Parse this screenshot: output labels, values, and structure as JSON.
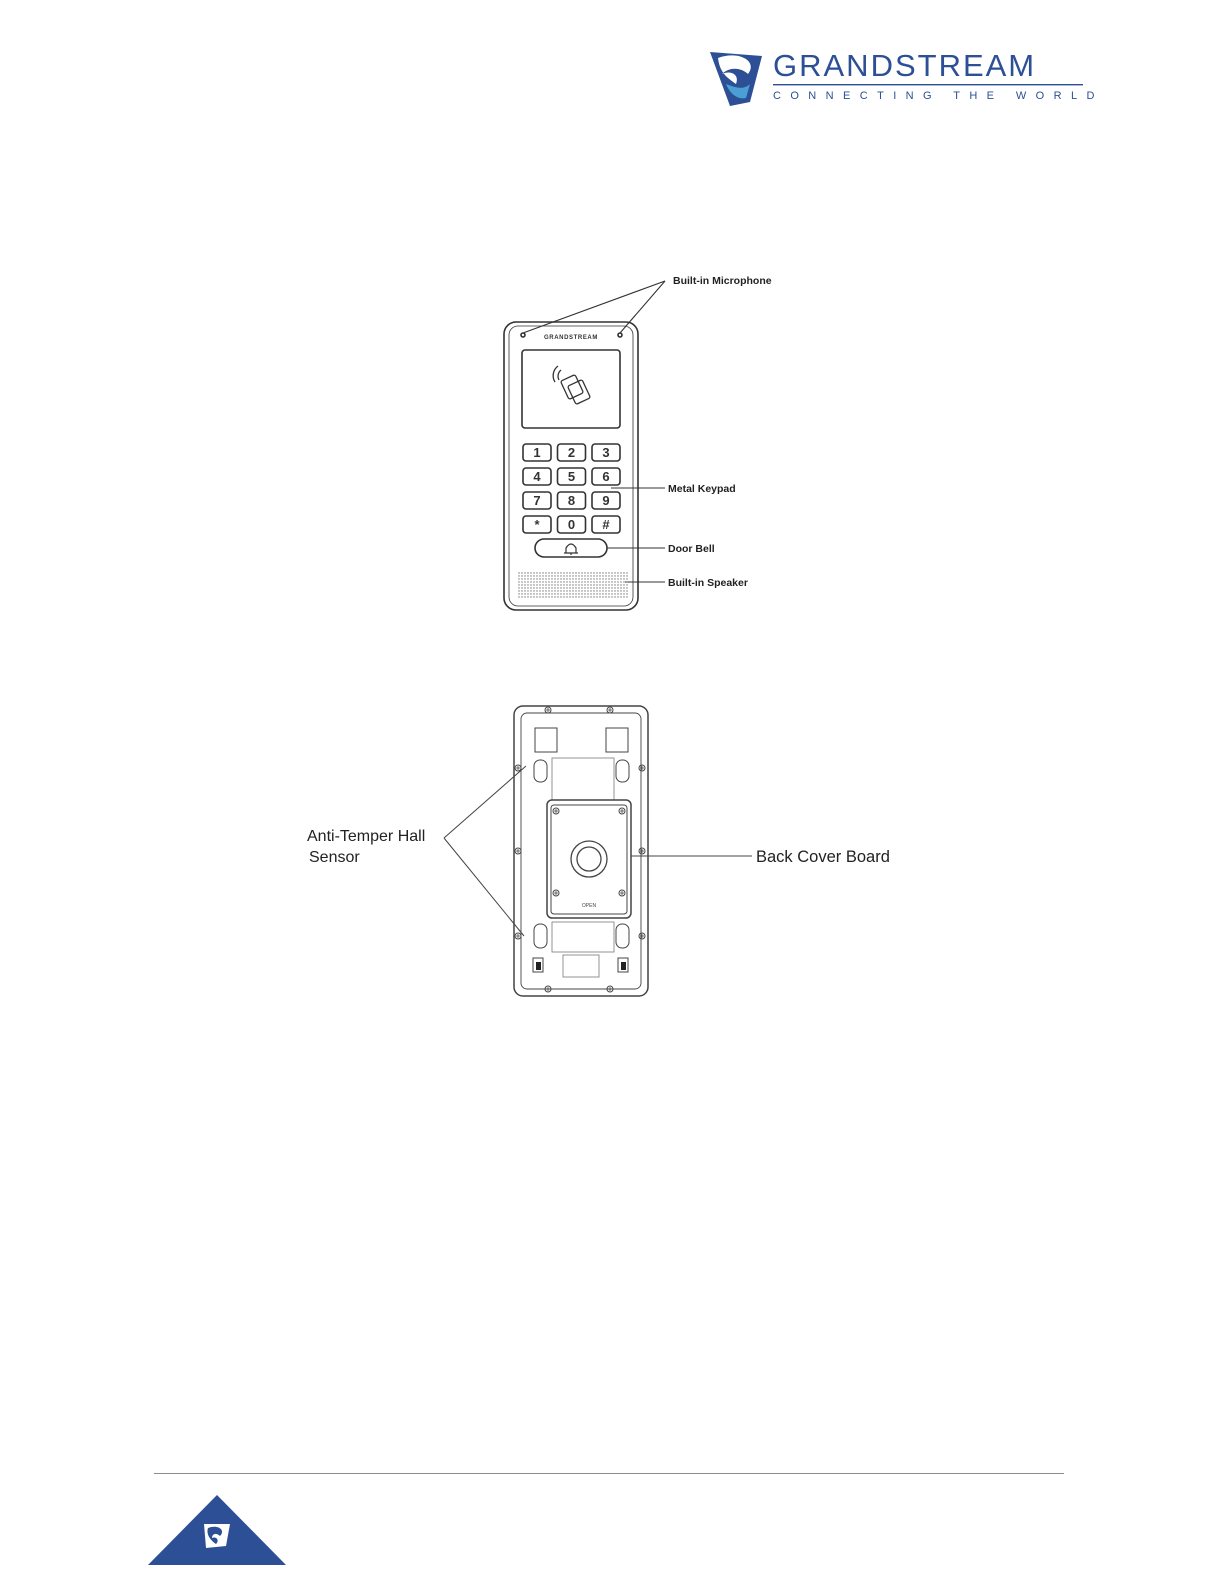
{
  "brand": {
    "name": "GRANDSTREAM",
    "tagline": "CONNECTING THE WORLD",
    "colors": {
      "primary": "#2c4f96",
      "accent": "#4aa0d5",
      "dark": "#1e3a6e"
    }
  },
  "front_panel": {
    "device_brand": "GRANDSTREAM",
    "keys": [
      "1",
      "2",
      "3",
      "4",
      "5",
      "6",
      "7",
      "8",
      "9",
      "*",
      "0",
      "#"
    ],
    "callouts": {
      "microphone": "Built-in Microphone",
      "keypad": "Metal Keypad",
      "doorbell": "Door Bell",
      "speaker": "Built-in Speaker"
    }
  },
  "back_panel": {
    "open_label": "OPEN",
    "callouts": {
      "hall_sensor_line1": "Anti-Temper Hall",
      "hall_sensor_line2": "Sensor",
      "back_cover": "Back Cover Board"
    }
  }
}
